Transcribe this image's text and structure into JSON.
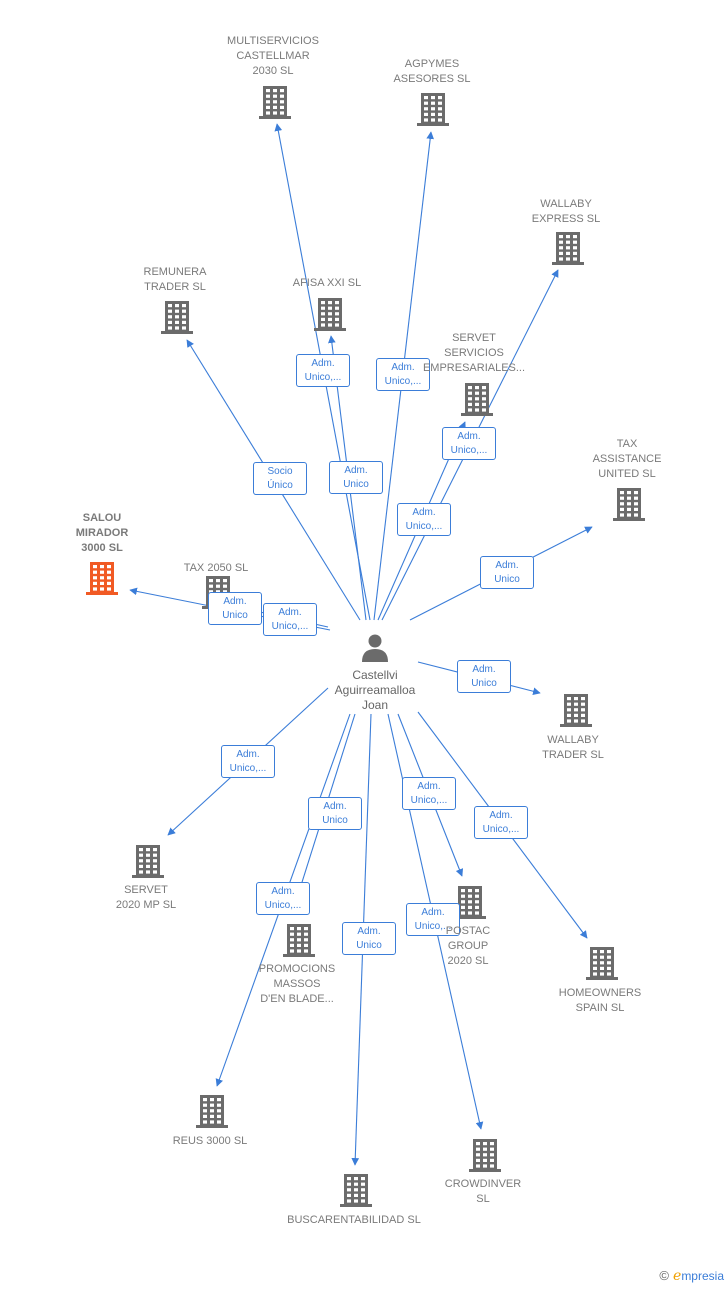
{
  "colors": {
    "edge": "#3b7dd8",
    "building": "#6b6b6b",
    "focus_building": "#f15a24",
    "person": "#6b6b6b"
  },
  "person": {
    "label": "Castellvi\nAguirreamalloa\nJoan",
    "icon": "person-icon"
  },
  "nodes": [
    {
      "id": "multiservicios",
      "label": "MULTISERVICIOS\nCASTELLMAR\n2030  SL",
      "icon": "building-icon",
      "focus": false
    },
    {
      "id": "agpymes",
      "label": "AGPYMES\nASESORES  SL",
      "icon": "building-icon",
      "focus": false
    },
    {
      "id": "wallaby-express",
      "label": "WALLABY\nEXPRESS  SL",
      "icon": "building-icon",
      "focus": false
    },
    {
      "id": "remunera",
      "label": "REMUNERA\nTRADER SL",
      "icon": "building-icon",
      "focus": false
    },
    {
      "id": "afisa",
      "label": "AFISA XXI  SL",
      "icon": "building-icon",
      "focus": false
    },
    {
      "id": "servet-servicios",
      "label": "SERVET\nSERVICIOS\nEMPRESARIALES...",
      "icon": "building-icon",
      "focus": false
    },
    {
      "id": "tax-assistance",
      "label": "TAX\nASSISTANCE\nUNITED  SL",
      "icon": "building-icon",
      "focus": false
    },
    {
      "id": "salou",
      "label": "SALOU\nMIRADOR\n3000  SL",
      "icon": "building-icon",
      "focus": true
    },
    {
      "id": "tax2050",
      "label": "TAX 2050  SL",
      "icon": "building-icon",
      "focus": false
    },
    {
      "id": "wallaby-trader",
      "label": "WALLABY\nTRADER  SL",
      "icon": "building-icon",
      "focus": false
    },
    {
      "id": "servet2020",
      "label": "SERVET\n2020 MP  SL",
      "icon": "building-icon",
      "focus": false
    },
    {
      "id": "homeowners",
      "label": "HOMEOWNERS\nSPAIN  SL",
      "icon": "building-icon",
      "focus": false
    },
    {
      "id": "postac",
      "label": "POSTAC\nGROUP\n2020  SL",
      "icon": "building-icon",
      "focus": false
    },
    {
      "id": "promocions",
      "label": "PROMOCIONS\nMASSOS\nD'EN BLADE...",
      "icon": "building-icon",
      "focus": false
    },
    {
      "id": "reus",
      "label": "REUS 3000  SL",
      "icon": "building-icon",
      "focus": false
    },
    {
      "id": "crowdinver",
      "label": "CROWDINVER\nSL",
      "icon": "building-icon",
      "focus": false
    },
    {
      "id": "buscarentabilidad",
      "label": "BUSCARENTABILIDAD SL",
      "icon": "building-icon",
      "focus": false
    }
  ],
  "edges": [
    {
      "target": "multiservicios",
      "label": "Adm.\nUnico"
    },
    {
      "target": "agpymes",
      "label": "Adm.\nUnico,..."
    },
    {
      "target": "wallaby-express",
      "label": "Adm.\nUnico,..."
    },
    {
      "target": "remunera",
      "label": "Socio\nÚnico"
    },
    {
      "target": "afisa",
      "label": "Adm.\nUnico,..."
    },
    {
      "target": "servet-servicios",
      "label": "Adm.\nUnico,..."
    },
    {
      "target": "tax-assistance",
      "label": "Adm.\nUnico"
    },
    {
      "target": "salou",
      "label": "Adm.\nUnico"
    },
    {
      "target": "tax2050",
      "label": "Adm.\nUnico,..."
    },
    {
      "target": "wallaby-trader",
      "label": "Adm.\nUnico"
    },
    {
      "target": "servet2020",
      "label": "Adm.\nUnico,..."
    },
    {
      "target": "homeowners",
      "label": "Adm.\nUnico,..."
    },
    {
      "target": "postac",
      "label": "Adm.\nUnico,..."
    },
    {
      "target": "promocions",
      "label": "Adm.\nUnico"
    },
    {
      "target": "reus",
      "label": "Adm.\nUnico,..."
    },
    {
      "target": "crowdinver",
      "label": "Adm.\nUnico,..."
    },
    {
      "target": "buscarentabilidad",
      "label": "Adm.\nUnico"
    }
  ],
  "brand": {
    "copyright": "©",
    "initial": "e",
    "name": "mpresia"
  }
}
